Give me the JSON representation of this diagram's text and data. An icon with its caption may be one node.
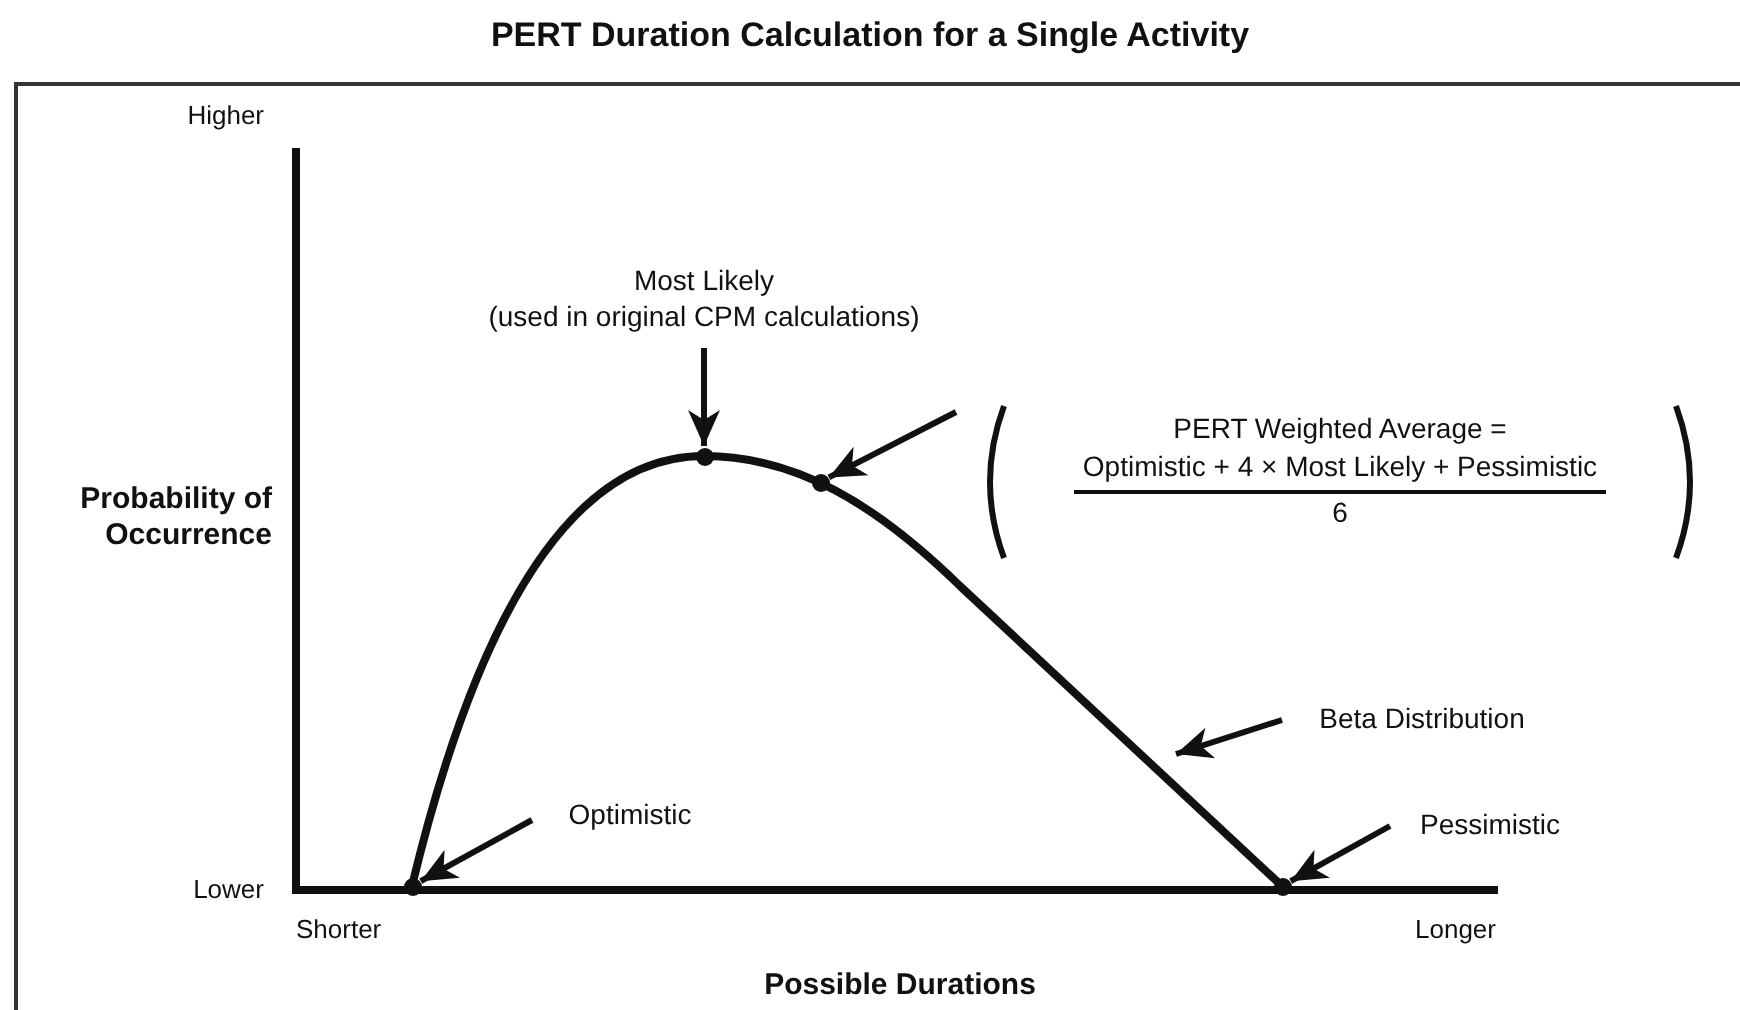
{
  "diagram": {
    "title": "PERT Duration Calculation for a Single Activity",
    "nodes": [
      {
        "text": [
          "Most Likely",
          "(used in original CPM calculations)"
        ]
      },
      {
        "text": [
          "PERT Weighted Average =",
          "Optimistic + 4 × Most Likely + Pessimistic",
          "6"
        ]
      },
      {
        "text": [
          "Beta Distribution"
        ]
      },
      {
        "text": [
          "Optimistic"
        ]
      },
      {
        "text": [
          "Pessimistic"
        ]
      },
      {
        "text": [],
        "shape": "circle"
      },
      {
        "text": [],
        "shape": "circle"
      },
      {
        "text": [],
        "shape": "circle"
      },
      {
        "text": [],
        "shape": "circle"
      }
    ],
    "edges": [
      {
        "from": 0,
        "to": 6,
        "arrow": "to"
      },
      {
        "from": 1,
        "to": 7,
        "arrow": "to"
      },
      {
        "from": 2,
        "to": null,
        "arrow": "to"
      },
      {
        "from": 3,
        "to": 5,
        "arrow": "to"
      },
      {
        "from": 4,
        "to": 8,
        "arrow": "to"
      }
    ],
    "labels": [
      "Higher",
      "Probability of Occurrence",
      "Lower",
      "Shorter",
      "Longer",
      "Possible Durations"
    ]
  }
}
